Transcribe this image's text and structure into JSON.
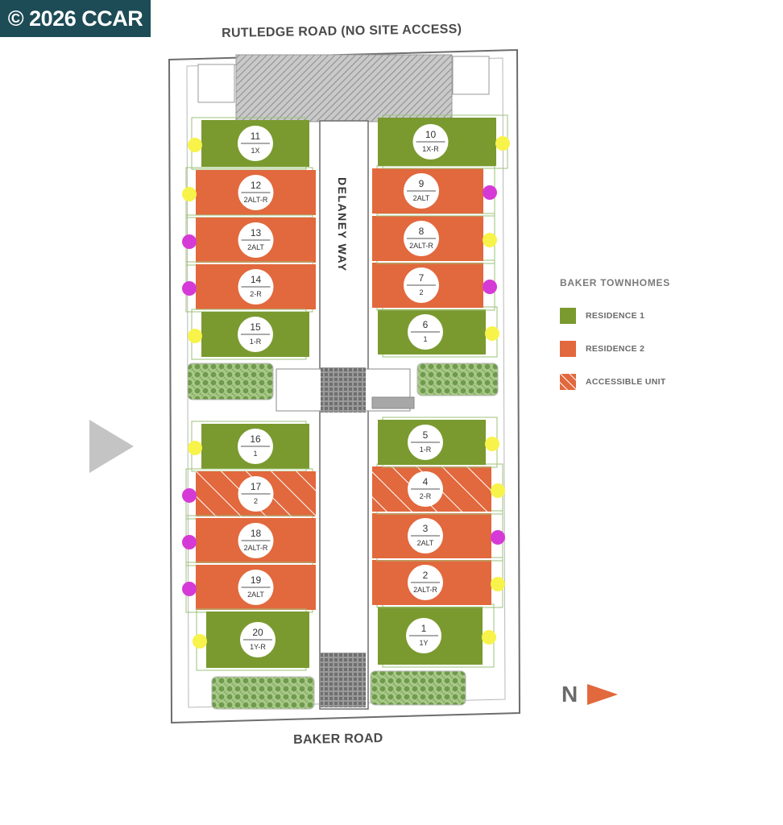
{
  "watermark": "© 2026 CCAR",
  "roads": {
    "top": "RUTLEDGE ROAD (NO SITE ACCESS)",
    "bottom": "BAKER ROAD",
    "internal": "DELANEY WAY"
  },
  "legend": {
    "title": "BAKER TOWNHOMES",
    "items": [
      {
        "label": "RESIDENCE 1",
        "color": "#7a9a2f",
        "swatch": "residence-1"
      },
      {
        "label": "RESIDENCE 2",
        "color": "#e2683d",
        "swatch": "residence-2"
      },
      {
        "label": "ACCESSIBLE UNIT",
        "color": "#e2683d",
        "swatch": "accessible-unit"
      }
    ]
  },
  "north_label": "N",
  "colors": {
    "residence1": "#7a9a2f",
    "residence2": "#e2683d",
    "marker_yellow": "#f7f34a",
    "marker_magenta": "#d63ad6",
    "landscape": "#8fb36a",
    "hatch_gray": "#8c8c8c",
    "north_arrow": "#e2683d",
    "play_arrow": "#c4c4c4"
  },
  "units": [
    {
      "number": "1",
      "type": "1Y",
      "residence": 1,
      "accessible": false,
      "marker": "yellow"
    },
    {
      "number": "2",
      "type": "2ALT-R",
      "residence": 2,
      "accessible": false,
      "marker": "yellow"
    },
    {
      "number": "3",
      "type": "2ALT",
      "residence": 2,
      "accessible": false,
      "marker": "magenta"
    },
    {
      "number": "4",
      "type": "2-R",
      "residence": 2,
      "accessible": true,
      "marker": "yellow"
    },
    {
      "number": "5",
      "type": "1-R",
      "residence": 1,
      "accessible": false,
      "marker": "yellow"
    },
    {
      "number": "6",
      "type": "1",
      "residence": 1,
      "accessible": false,
      "marker": "yellow"
    },
    {
      "number": "7",
      "type": "2",
      "residence": 2,
      "accessible": false,
      "marker": "magenta"
    },
    {
      "number": "8",
      "type": "2ALT-R",
      "residence": 2,
      "accessible": false,
      "marker": "yellow"
    },
    {
      "number": "9",
      "type": "2ALT",
      "residence": 2,
      "accessible": false,
      "marker": "magenta"
    },
    {
      "number": "10",
      "type": "1X-R",
      "residence": 1,
      "accessible": false,
      "marker": "yellow"
    },
    {
      "number": "11",
      "type": "1X",
      "residence": 1,
      "accessible": false,
      "marker": "yellow"
    },
    {
      "number": "12",
      "type": "2ALT-R",
      "residence": 2,
      "accessible": false,
      "marker": "yellow"
    },
    {
      "number": "13",
      "type": "2ALT",
      "residence": 2,
      "accessible": false,
      "marker": "magenta"
    },
    {
      "number": "14",
      "type": "2-R",
      "residence": 2,
      "accessible": false,
      "marker": "magenta"
    },
    {
      "number": "15",
      "type": "1-R",
      "residence": 1,
      "accessible": false,
      "marker": "yellow"
    },
    {
      "number": "16",
      "type": "1",
      "residence": 1,
      "accessible": false,
      "marker": "yellow"
    },
    {
      "number": "17",
      "type": "2",
      "residence": 2,
      "accessible": true,
      "marker": "magenta"
    },
    {
      "number": "18",
      "type": "2ALT-R",
      "residence": 2,
      "accessible": false,
      "marker": "magenta"
    },
    {
      "number": "19",
      "type": "2ALT",
      "residence": 2,
      "accessible": false,
      "marker": "magenta"
    },
    {
      "number": "20",
      "type": "1Y-R",
      "residence": 1,
      "accessible": false,
      "marker": "yellow"
    }
  ]
}
